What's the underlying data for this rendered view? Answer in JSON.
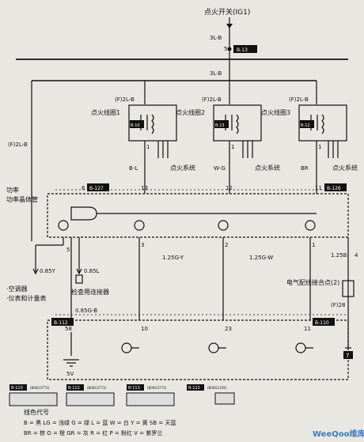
{
  "header": {
    "ignition_switch": "点火开关(IG1)"
  },
  "wires": {
    "w_3lb_top": "3L-B",
    "w_3lb_mid": "3L-B",
    "w_f2lb_left": "(F)2L-B",
    "w_f2lb_1": "(F)2L-B",
    "w_f2lb_2": "(F)2L-B",
    "w_f2lb_3": "(F)2L-B",
    "w_bl": "B-L",
    "w_wg": "W-G",
    "w_br": "BR",
    "w_085y": "0.85Y",
    "w_085l": "0.85L",
    "w_085gb": "0.85G-B",
    "w_125gy": "1.25G-Y",
    "w_125gw": "1.25G-W",
    "w_125b": "1.25B",
    "w_f28": "(F)28"
  },
  "coils": [
    {
      "label": "点火线圈1",
      "system": "点火系统",
      "pin": "1"
    },
    {
      "label": "点火线圈2",
      "system": "点火系统",
      "pin": "1"
    },
    {
      "label": "点火线圈3",
      "system": "点火系统",
      "pin": "1"
    }
  ],
  "connectors": {
    "c_top": "B-13",
    "c_coil1": "B-10",
    "c_coil2": "B-13",
    "c_coil3": "B-12",
    "c_6": "B-127",
    "c_11": "B-126",
    "c_ecu_left": "B-112",
    "c_ecu_right": "B-110"
  },
  "pins": {
    "p5": "5",
    "p6": "6",
    "p13": "13",
    "p12": "12",
    "p11": "11",
    "p3": "3",
    "p2": "2",
    "p1": "1",
    "p4": "4",
    "p58": "58",
    "p10": "10",
    "p23": "23",
    "p11b": "11",
    "p5b": "5"
  },
  "labels": {
    "power_transistor": "功率晶体管",
    "ac": "·空调器",
    "meter": "·仪表和计量表",
    "check_conn": "检查用连接器",
    "junction": "电气配线接合点(2)",
    "ecu_5v": "5V",
    "ground_num": "7"
  },
  "bottom_connectors": [
    {
      "id": "B-110",
      "sub": "(B06G3773)"
    },
    {
      "id": "B-112",
      "sub": "(B06G3773)"
    },
    {
      "id": "B-113",
      "sub": "(B06G3773)"
    },
    {
      "id": "B-122",
      "sub": "(B06G1359)"
    }
  ],
  "legend": {
    "title": "线色代号",
    "line1": "B = 黑  LG = 浅绿  G = 绿  L = 蓝  W = 白  Y = 黄  SB = 天蓝",
    "line2": "BR = 棕  O = 橙  GR = 灰  R = 红  P = 粉红  V = 紫罗兰"
  },
  "watermark": "WeeQoo维库"
}
